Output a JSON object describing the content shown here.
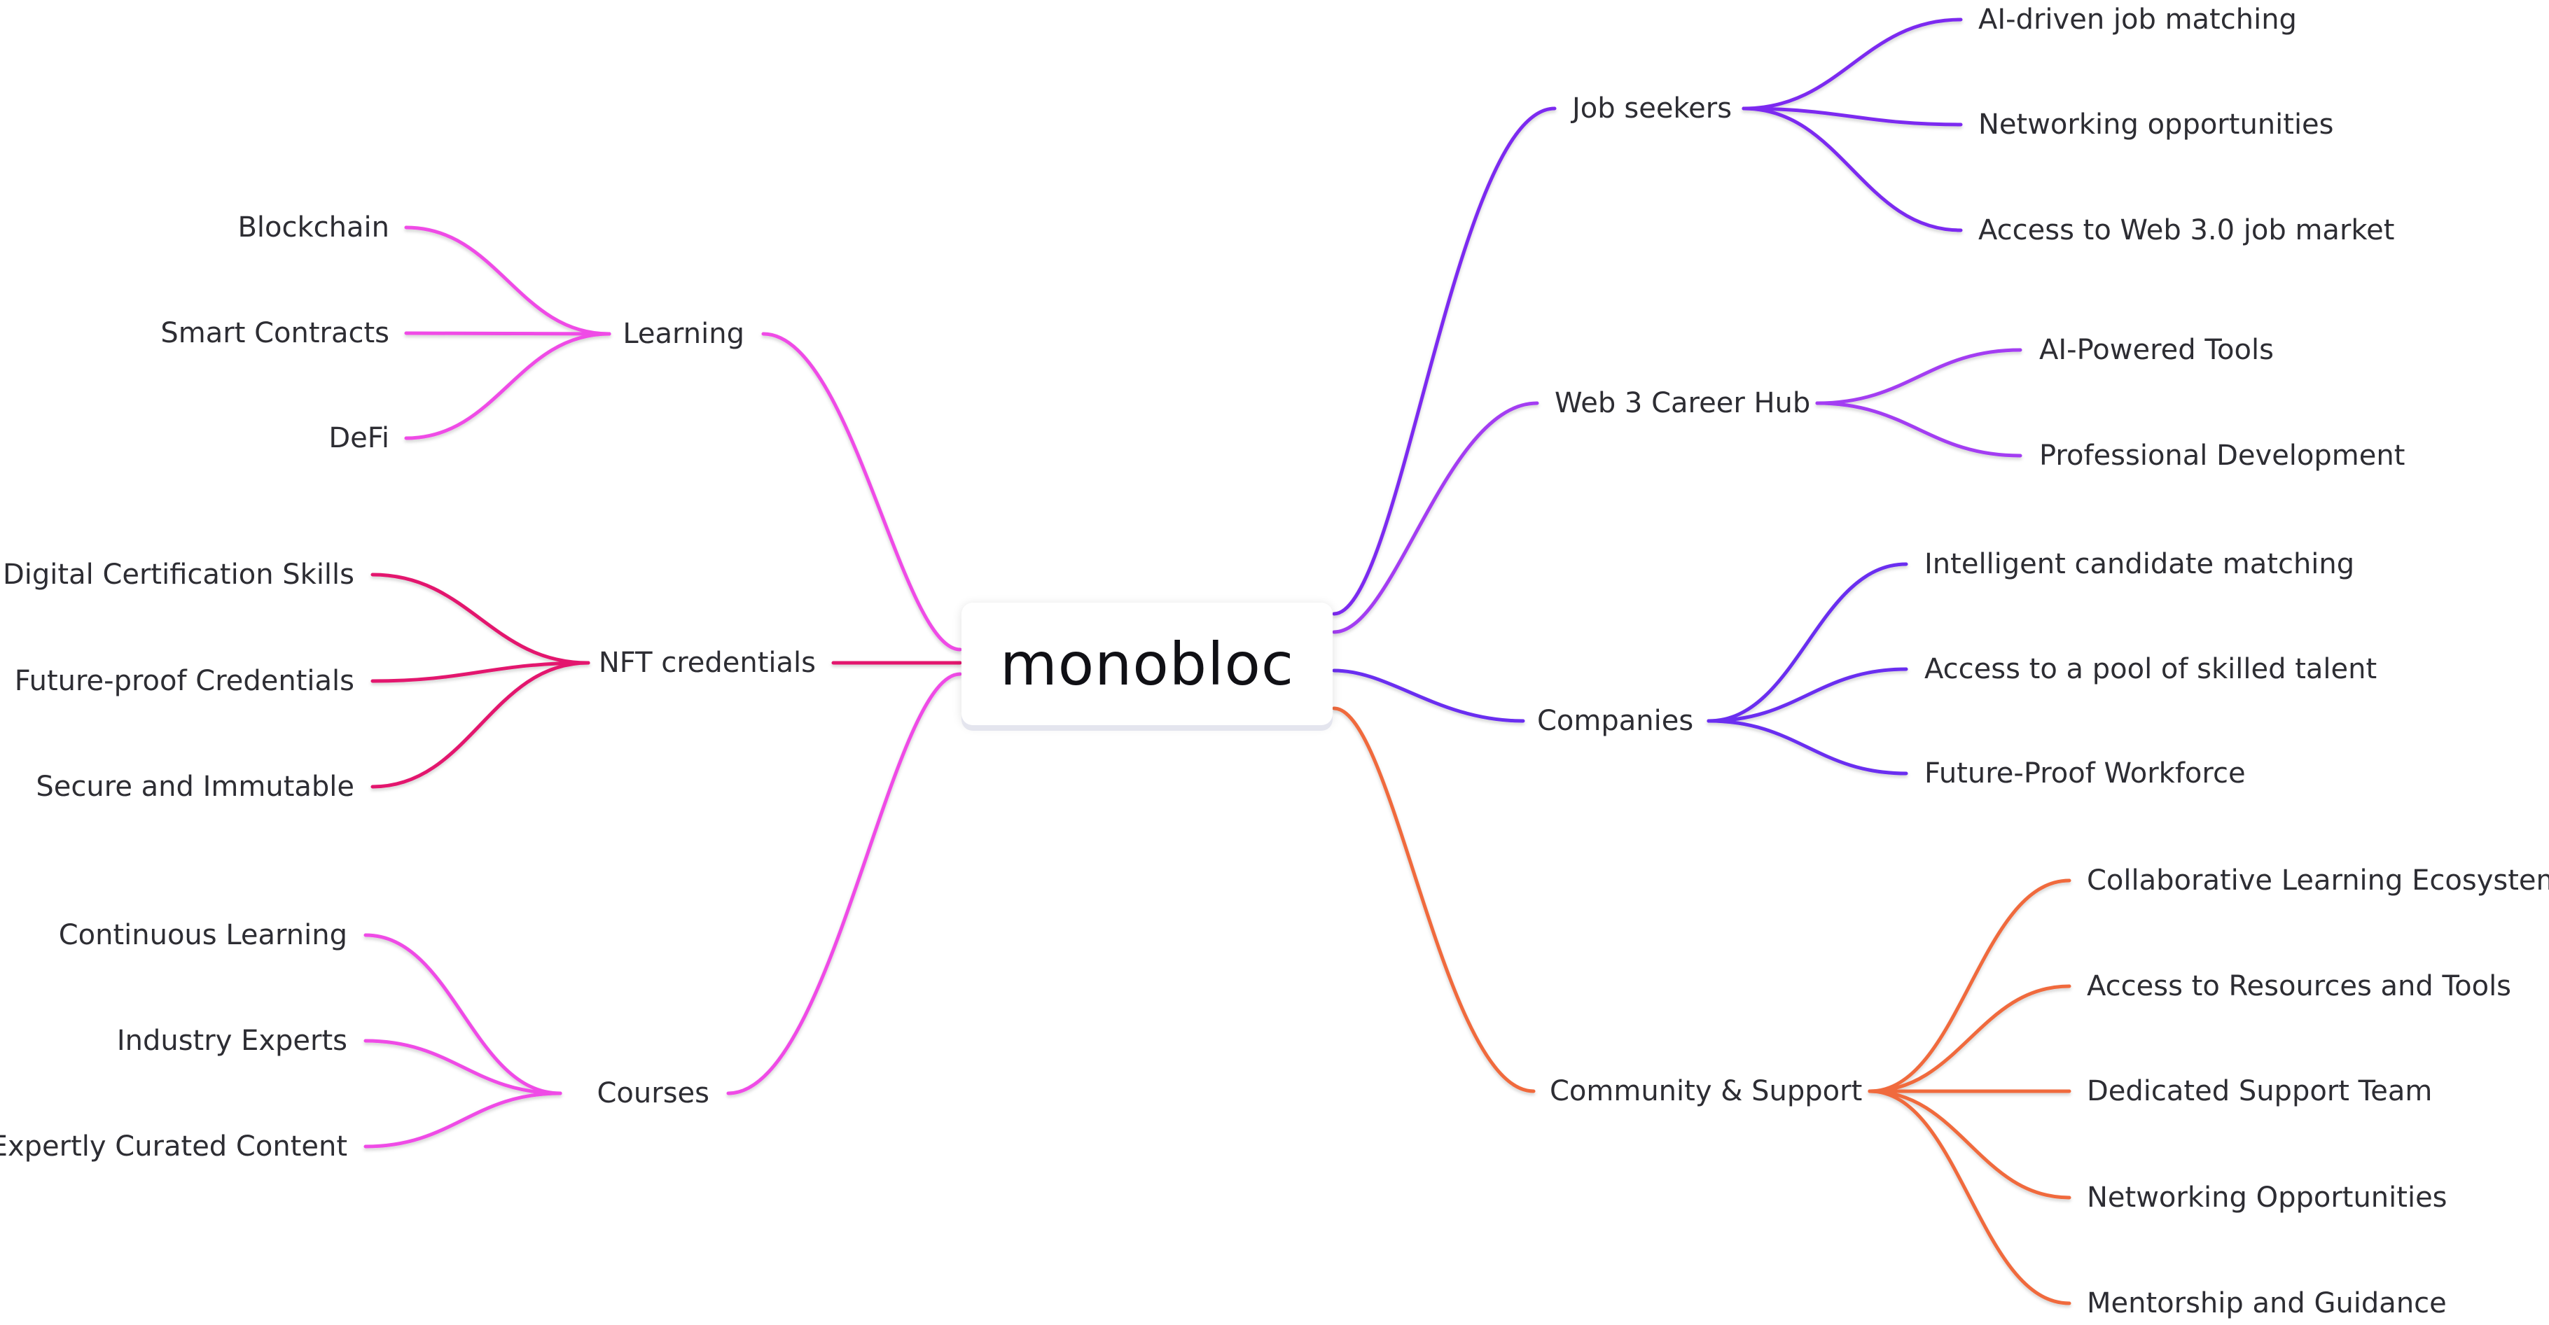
{
  "root": {
    "label": "monobloc"
  },
  "colors": {
    "violet": "#7c2cf0",
    "purple": "#a33ef2",
    "indigo": "#6a2ef0",
    "orange": "#f06a3e",
    "pink": "#ef4be6",
    "crimson": "#e3166e"
  },
  "branches": [
    {
      "id": "job-seekers",
      "label": "Job seekers",
      "color": "violet",
      "children": [
        "AI-driven job matching",
        "Networking opportunities",
        "Access to Web 3.0 job market"
      ]
    },
    {
      "id": "web-3-career-hub",
      "label": "Web 3 Career Hub",
      "color": "purple",
      "children": [
        "AI-Powered Tools",
        "Professional Development"
      ]
    },
    {
      "id": "companies",
      "label": "Companies",
      "color": "indigo",
      "children": [
        "Intelligent candidate matching",
        "Access to a pool of skilled talent",
        "Future-Proof Workforce"
      ]
    },
    {
      "id": "community-support",
      "label": "Community & Support",
      "color": "orange",
      "children": [
        "Collaborative Learning Ecosystem",
        "Access to Resources and Tools",
        "Dedicated Support Team",
        "Networking Opportunities",
        "Mentorship and Guidance"
      ]
    },
    {
      "id": "learning",
      "label": "Learning",
      "color": "pink",
      "children": [
        "Blockchain",
        "Smart Contracts",
        "DeFi"
      ]
    },
    {
      "id": "nft-credentials",
      "label": "NFT credentials",
      "color": "crimson",
      "children": [
        "Digital Certification Skills",
        "Future-proof Credentials",
        "Secure and Immutable"
      ]
    },
    {
      "id": "courses",
      "label": "Courses",
      "color": "pink",
      "children": [
        "Continuous Learning",
        "Industry Experts",
        "Expertly Curated Content"
      ]
    }
  ]
}
